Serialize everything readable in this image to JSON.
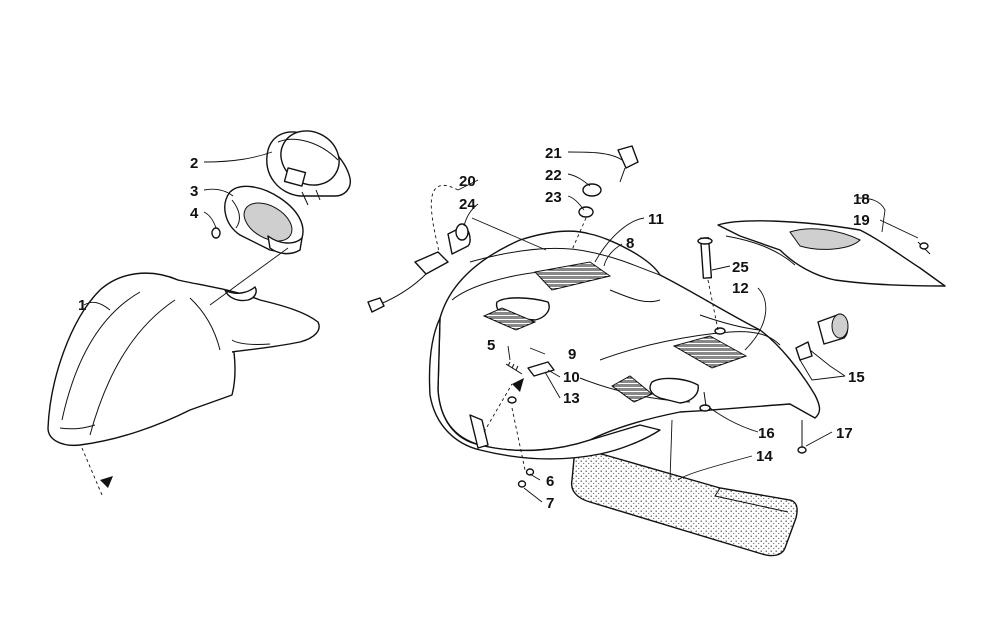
{
  "callouts": [
    {
      "id": "1",
      "label": "1"
    },
    {
      "id": "2",
      "label": "2"
    },
    {
      "id": "3",
      "label": "3"
    },
    {
      "id": "4",
      "label": "4"
    },
    {
      "id": "5",
      "label": "5"
    },
    {
      "id": "6",
      "label": "6"
    },
    {
      "id": "7",
      "label": "7"
    },
    {
      "id": "8",
      "label": "8"
    },
    {
      "id": "9",
      "label": "9"
    },
    {
      "id": "10",
      "label": "10"
    },
    {
      "id": "11",
      "label": "11"
    },
    {
      "id": "12",
      "label": "12"
    },
    {
      "id": "13",
      "label": "13"
    },
    {
      "id": "14",
      "label": "14"
    },
    {
      "id": "15",
      "label": "15"
    },
    {
      "id": "16",
      "label": "16"
    },
    {
      "id": "17",
      "label": "17"
    },
    {
      "id": "18",
      "label": "18"
    },
    {
      "id": "19",
      "label": "19"
    },
    {
      "id": "20",
      "label": "20"
    },
    {
      "id": "21",
      "label": "21"
    },
    {
      "id": "22",
      "label": "22"
    },
    {
      "id": "23",
      "label": "23"
    },
    {
      "id": "24",
      "label": "24"
    },
    {
      "id": "25",
      "label": "25"
    }
  ],
  "icons": {
    "direction_arrow": "front-direction-arrow-icon"
  },
  "colors": {
    "line": "#111111",
    "background": "#ffffff",
    "shade": "#cfcfcf"
  }
}
